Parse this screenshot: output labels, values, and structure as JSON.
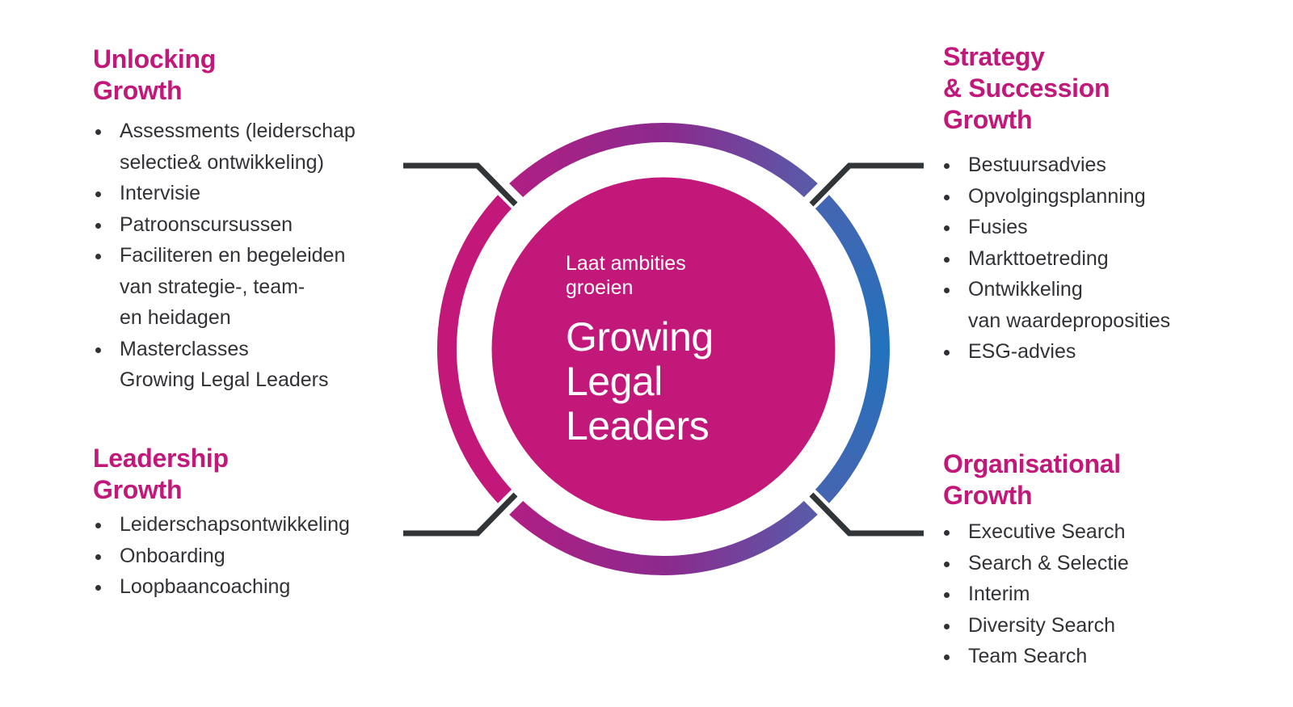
{
  "center": {
    "tagline": [
      "Laat ambities",
      "groeien"
    ],
    "title": [
      "Growing",
      "Legal",
      "Leaders"
    ]
  },
  "colors": {
    "accent_pink": "#c2187a",
    "ring_purple": "#8b2a8d",
    "ring_blue": "#2272bd",
    "connector": "#323538",
    "text": "#303236"
  },
  "quadrants": {
    "top_left": {
      "heading": [
        "Unlocking",
        "Growth"
      ],
      "items": [
        {
          "lines": [
            "Assessments (leiderschap",
            "selectie& ontwikkeling)"
          ]
        },
        {
          "lines": [
            "Intervisie"
          ]
        },
        {
          "lines": [
            "Patroonscursussen"
          ]
        },
        {
          "lines": [
            "Faciliteren en begeleiden",
            "van strategie-, team-",
            "en heidagen"
          ]
        },
        {
          "lines": [
            "Masterclasses",
            "Growing Legal Leaders"
          ]
        }
      ]
    },
    "top_right": {
      "heading": [
        "Strategy",
        "& Succession",
        "Growth"
      ],
      "items": [
        {
          "lines": [
            "Bestuursadvies"
          ]
        },
        {
          "lines": [
            "Opvolgingsplanning"
          ]
        },
        {
          "lines": [
            "Fusies"
          ]
        },
        {
          "lines": [
            "Markttoetreding"
          ]
        },
        {
          "lines": [
            "Ontwikkeling",
            "van waardeproposities"
          ]
        },
        {
          "lines": [
            "ESG-advies"
          ]
        }
      ]
    },
    "bottom_left": {
      "heading": [
        "Leadership",
        "Growth"
      ],
      "items": [
        {
          "lines": [
            "Leiderschapsontwikkeling"
          ]
        },
        {
          "lines": [
            "Onboarding"
          ]
        },
        {
          "lines": [
            "Loopbaancoaching"
          ]
        }
      ]
    },
    "bottom_right": {
      "heading": [
        "Organisational",
        "Growth"
      ],
      "items": [
        {
          "lines": [
            "Executive Search"
          ]
        },
        {
          "lines": [
            "Search & Selectie"
          ]
        },
        {
          "lines": [
            "Interim"
          ]
        },
        {
          "lines": [
            "Diversity Search"
          ]
        },
        {
          "lines": [
            "Team Search"
          ]
        }
      ]
    }
  }
}
